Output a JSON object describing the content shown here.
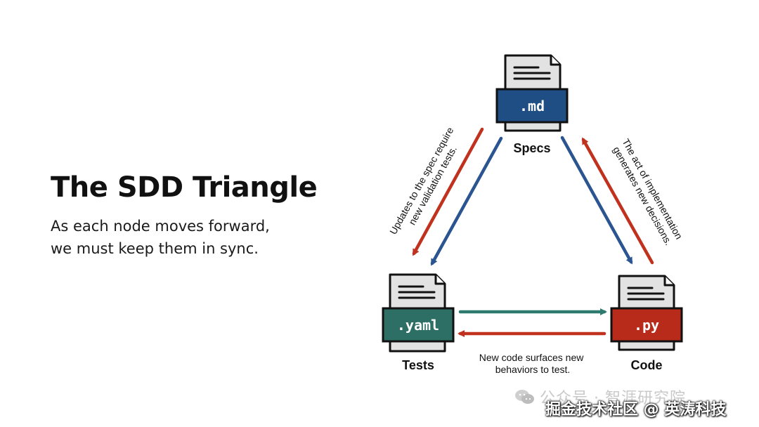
{
  "heading": {
    "title": "The SDD Triangle",
    "subtitle_line1": "As each node moves forward,",
    "subtitle_line2": "we must keep them in sync."
  },
  "nodes": {
    "specs": {
      "ext": ".md",
      "label": "Specs",
      "color": "#1f4e85"
    },
    "tests": {
      "ext": ".yaml",
      "label": "Tests",
      "color": "#2d6e65"
    },
    "code": {
      "ext": ".py",
      "label": "Code",
      "color": "#b82a1a"
    }
  },
  "annotations": {
    "left_line1": "Updates to the spec require",
    "left_line2": "new validation tests.",
    "right_line1": "The act of implementation",
    "right_line2": "generates new decisions.",
    "bottom_line1": "New code surfaces new",
    "bottom_line2": "behaviors to test."
  },
  "arrow_colors": {
    "red": "#c0321e",
    "blue": "#2b5590",
    "teal": "#2e7a6e"
  },
  "watermark": {
    "line1": "公众号 · 智涯研究院",
    "line2": "掘金技术社区 @ 英涛科技",
    "icon": "wechat-icon"
  }
}
